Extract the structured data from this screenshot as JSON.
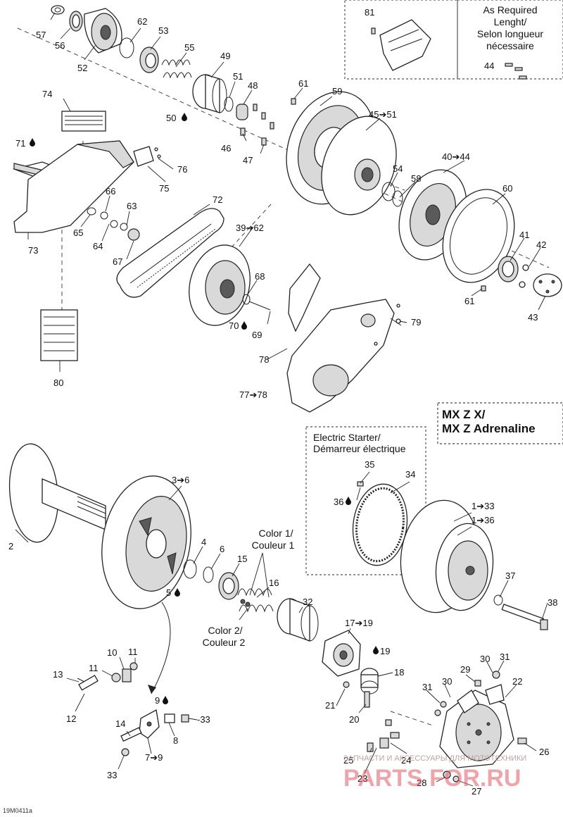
{
  "labels": {
    "l57": "57",
    "l56": "56",
    "l52": "52",
    "l62": "62",
    "l53": "53",
    "l55": "55",
    "l49": "49",
    "l51": "51",
    "l48": "48",
    "l50": "50",
    "l61a": "61",
    "l59": "59",
    "l45_51": "45➔51",
    "l46": "46",
    "l47": "47",
    "l54": "54",
    "l58": "58",
    "l40_44": "40➔44",
    "l60": "60",
    "l41": "41",
    "l42": "42",
    "l43": "43",
    "l61b": "61",
    "l81": "81",
    "l44": "44",
    "l74": "74",
    "l71": "71",
    "l76": "76",
    "l75": "75",
    "l66": "66",
    "l63": "63",
    "l65": "65",
    "l64": "64",
    "l67": "67",
    "l73": "73",
    "l72": "72",
    "l39_62": "39➔62",
    "l68": "68",
    "l70": "70",
    "l69": "69",
    "l79": "79",
    "l78": "78",
    "l77_78": "77➔78",
    "l80": "80",
    "l35": "35",
    "l34": "34",
    "l36": "36",
    "l1_33": "1➔33",
    "l1_36": "1➔36",
    "l37": "37",
    "l38": "38",
    "l2": "2",
    "l3_6": "3➔6",
    "l4": "4",
    "l6": "6",
    "l15": "15",
    "l5": "5",
    "l16": "16",
    "l32": "32",
    "l17_19": "17➔19",
    "l19": "19",
    "l18": "18",
    "l13": "13",
    "l10": "10",
    "l11a": "11",
    "l11b": "11",
    "l12": "12",
    "l9": "9",
    "l33a": "-33",
    "l14": "14",
    "l8": "8",
    "l7_9": "7➔9",
    "l33b": "33",
    "l21": "21",
    "l20": "20",
    "l29": "29",
    "l30a": "30",
    "l31a": "31",
    "l22": "22",
    "l31b": "31",
    "l30b": "30",
    "l25": "25",
    "l24": "24",
    "l23": "23",
    "l26": "26",
    "l28": "28",
    "l27": "27"
  },
  "boxes": {
    "as_required": [
      "As Required",
      "Lenght/",
      "Selon longueur",
      "nécessaire"
    ],
    "electric_starter": [
      "Electric Starter/",
      "Démarreur électrique"
    ],
    "model": [
      "MX Z X/",
      "MX Z Adrenaline"
    ]
  },
  "color_notes": {
    "color1": [
      "Color 1/",
      "Couleur 1"
    ],
    "color2": [
      "Color 2/",
      "Couleur 2"
    ]
  },
  "drawing_code": "19M0411a",
  "watermark": {
    "brand": "PARTS FOR.RU",
    "tagline": "ЗАПЧАСТИ И АКСЕССУАРЫ ДЛЯ МОТОТЕХНИКИ"
  },
  "icons": [
    "oil-drop-icon"
  ],
  "colors": {
    "ink": "#111111",
    "watermark": "#e05a66"
  }
}
